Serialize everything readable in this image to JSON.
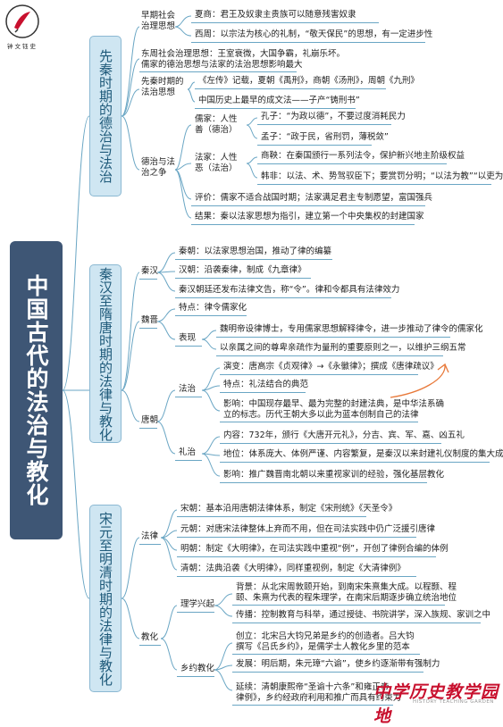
{
  "logo": {
    "text": "钟文钰史"
  },
  "root": "中国古代的法治与教化",
  "sections": [
    {
      "title": "先秦时期的德治与法治"
    },
    {
      "title": "秦汉至隋唐时期的法律与教化"
    },
    {
      "title": "宋元至明清时期的法律与教化"
    }
  ],
  "s1": {
    "early_label": "早期社会治理思想",
    "xia": "夏商：君王及奴隶主贵族可以随意残害奴隶",
    "xizhou": "西周：以宗法为核心的礼制，“敬天保民”的思想，有一定进步性",
    "dongzhou_1": "东周社会治理思想：王室衰微，大国争霸，礼崩乐坏。",
    "dongzhou_2": "儒家的德治思想与法家的法治思想影响最大",
    "law_label": "先秦时期的法治思想",
    "law_1": "《左传》记载，夏朝《禹刑》，商朝《汤刑》，周朝《九刑》",
    "law_2": "中国历史上最早的成文法——子产“铸刑书”",
    "debate_label": "德治与法治之争",
    "ru_label": "儒家：人性善（德治）",
    "kongzi": "孔子：“为政以德”，不要过度消耗民力",
    "mengzi": "孟子：“政于民，省刑罚，薄税敛”",
    "fa_label": "法家：人性恶（法治）",
    "shangyang": "商鞅：在秦国颁行一系列法令，保护新兴地主阶级权益",
    "hanfei": "韩非：以法、术、势驾驭臣下；要赏罚分明；“以法为教”“以吏为师”",
    "eval": "评价：儒家不适合战国时期；法家满足君主专制愿望，富国强兵",
    "result": "结果：秦以法家思想为指引，建立第一个中央集权的封建国家"
  },
  "s2": {
    "qinhan_label": "秦汉",
    "qin": "秦朝：以法家思想治国，推动了律的编纂",
    "han": "汉朝：沿袭秦律，制成《九章律》",
    "qinhan_3": "秦汉朝廷还发布法律文告，称“令”。律和令都具有法律效力",
    "weijin_label": "魏晋",
    "wj_feature": "特点：律令儒家化",
    "wj_show_label": "表现",
    "wj_show_1": "魏明帝设律博士，专用儒家思想解释律令，进一步推动了律令的儒家化",
    "wj_show_2": "以亲属之间的尊卑亲疏作为量刑的重要原则之一，以维护三纲五常",
    "tang_label": "唐朝",
    "fazhi_label": "法治",
    "ft_1": "演变：唐高宗《贞观律》→《永徽律》；撰成《唐律疏议》",
    "ft_2": "特点：礼法结合的典范",
    "ft_3a": "影响：中国现存最早、最为完整的封建法典，是中华法系确",
    "ft_3b": "立的标志。历代王朝大多以此为蓝本创制自己的法律",
    "lizhi_label": "礼治",
    "lz_1": "内容：732年，颁行《大唐开元礼》，分吉、宾、军、嘉、凶五礼",
    "lz_2": "地位：体系庞大、体例严谨、内容繁复，是秦汉以来封建礼仪制度的集大成者",
    "lz_3": "影响：推广魏晋南北朝以来重视家训的经验，强化基层教化"
  },
  "s3": {
    "law_label": "法律",
    "song": "宋朝：基本沿用唐朝法律体系，制定《宋刑统》《天圣令》",
    "yuan": "元朝：对唐宋法律整体上弃而不用，但在司法实践中仍广泛援引唐律",
    "ming": "明朝：制定《大明律》，在司法实践中重视“例”，开创了律例合编的体例",
    "qing": "清朝：法典沿袭《大明律》，同样重视例，制定《大清律例》",
    "edu_label": "教化",
    "lixue_label": "理学兴起",
    "lx_1a": "背景：从北宋周敦颐开始，到南宋朱熹集大成。以程颢、程",
    "lx_1b": "颐、朱熹为代表的程朱理学，在南宋后期逐步确立统治地位",
    "lx_2": "传播：控制教育与科举，通过授徒、书院讲学，深入族规、家训之中",
    "xiangyue_label": "乡约教化",
    "xy_1a": "创立：北宋吕大钧兄弟是乡约的创造者。吕大钧",
    "xy_1b": "撰写《吕氏乡约》，是儒学士人教化乡里的范本",
    "xy_2": "发展：明后期，朱元璋“六谕”，使乡约逐渐带有强制力",
    "xy_3a": "延续：清朝康熙帝“圣谕十六条”和雍正帝",
    "xy_3b": "律例》，乡约经政府利用和推广而具有约束力"
  },
  "watermark": {
    "text": "中学历史教学园地",
    "sub": "HISTORY TEACHING GARDEN"
  }
}
